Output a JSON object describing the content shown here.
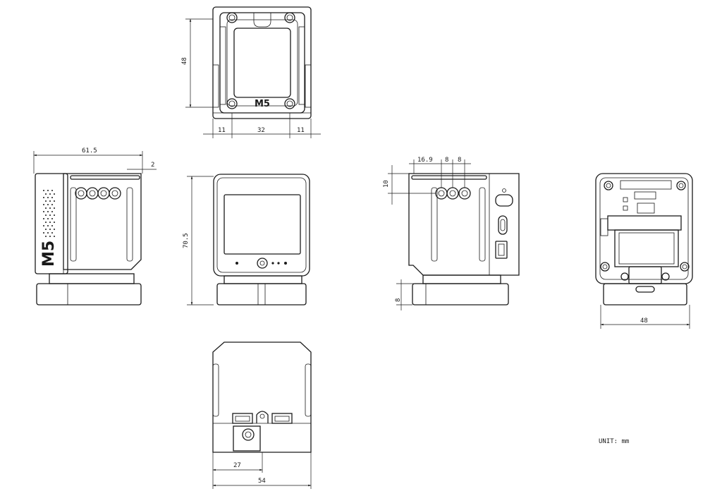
{
  "drawing": {
    "logo_text": "M5",
    "unit_label": "UNIT: mm",
    "dimensions": {
      "top_height": "48",
      "top_left_margin": "11",
      "top_center_span": "32",
      "top_right_margin": "11",
      "side_depth": "61.5",
      "side_offset": "2",
      "front_height": "70.5",
      "rear_connector_offset": "16.9",
      "rear_connector_pitch_1": "8",
      "rear_connector_pitch_2": "8",
      "rear_top_offset": "10",
      "rear_base_height": "8",
      "right_width": "48",
      "bottom_offset": "27",
      "bottom_width": "54"
    }
  }
}
